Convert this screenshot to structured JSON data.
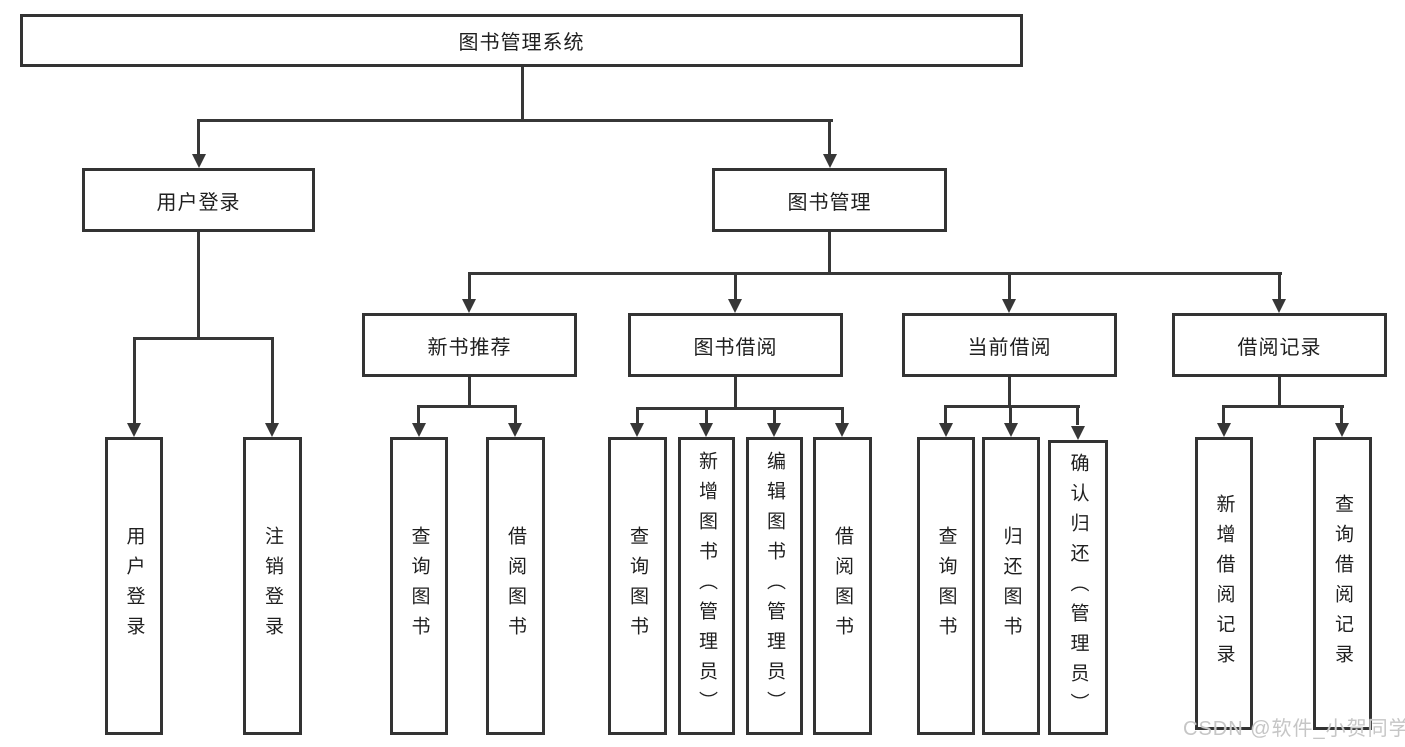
{
  "diagram": {
    "root": {
      "label": "图书管理系统"
    },
    "level2": [
      {
        "label": "用户登录"
      },
      {
        "label": "图书管理"
      }
    ],
    "level3": [
      {
        "label": "新书推荐"
      },
      {
        "label": "图书借阅"
      },
      {
        "label": "当前借阅"
      },
      {
        "label": "借阅记录"
      }
    ],
    "leaves": {
      "user_login": [
        {
          "label": "用户登录"
        },
        {
          "label": "注销登录"
        }
      ],
      "new_books": [
        {
          "label": "查询图书"
        },
        {
          "label": "借阅图书"
        }
      ],
      "borrowing": [
        {
          "label": "查询图书"
        },
        {
          "label": "新增图书（管理员）"
        },
        {
          "label": "编辑图书（管理员）"
        },
        {
          "label": "借阅图书"
        }
      ],
      "current": [
        {
          "label": "查询图书"
        },
        {
          "label": "归还图书"
        },
        {
          "label": "确认归还（管理员）"
        }
      ],
      "records": [
        {
          "label": "新增借阅记录"
        },
        {
          "label": "查询借阅记录"
        }
      ]
    }
  },
  "watermark": {
    "text": "CSDN @软件_小贺同学"
  },
  "colors": {
    "line": "#373737",
    "border": "#333333",
    "text": "#1f1f1f",
    "watermark": "#c6c6c6",
    "background": "#ffffff"
  }
}
